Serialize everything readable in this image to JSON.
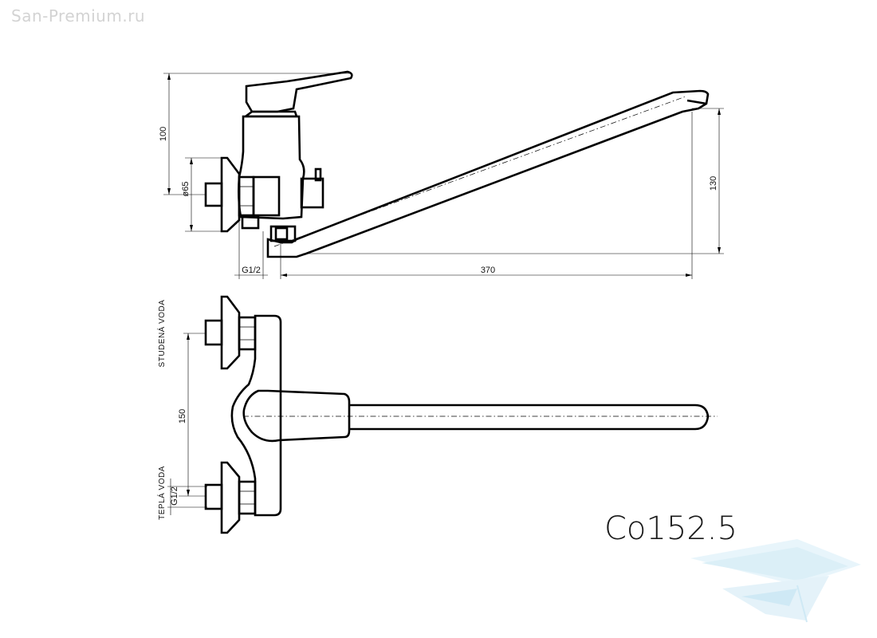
{
  "watermark": {
    "site": "San-Premium.ru"
  },
  "model_code": "Co152.5",
  "dimensions": {
    "height_body": "100",
    "flange_diameter": "ø65",
    "spout_height": "130",
    "spout_reach": "370",
    "thread_side": "G1/2",
    "thread_plan": "G1/2",
    "inlet_spacing": "150"
  },
  "labels": {
    "cold_water": "STUDENÁ VODA",
    "hot_water": "TEPLÁ VODA"
  },
  "colors": {
    "line": "#000000",
    "watermark_text": "#d3d3d3",
    "logo": "#bfe3f2"
  }
}
